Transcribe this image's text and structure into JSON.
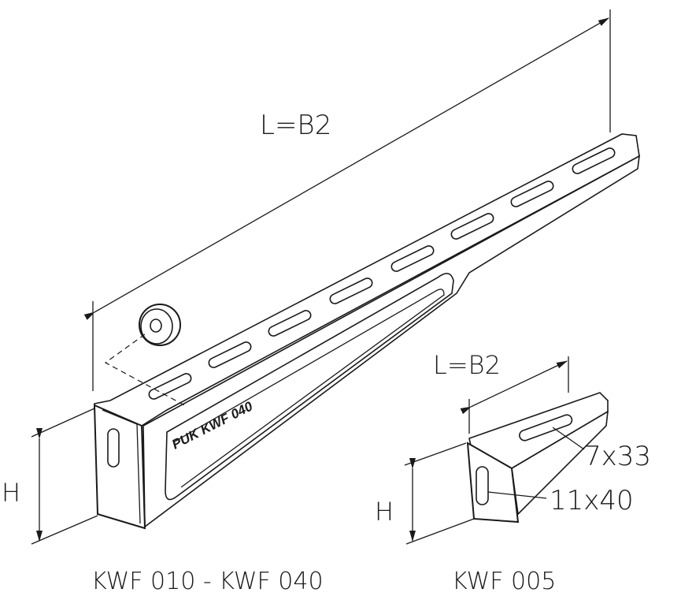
{
  "large_bracket": {
    "length_label": "L=B2",
    "height_label": "H",
    "stamp": "PUK KWF 040",
    "caption": "KWF 010 - KWF 040"
  },
  "small_bracket": {
    "length_label": "L=B2",
    "height_label": "H",
    "slot_top_label": "7x33",
    "slot_side_label": "11x40",
    "caption": "KWF 005"
  }
}
